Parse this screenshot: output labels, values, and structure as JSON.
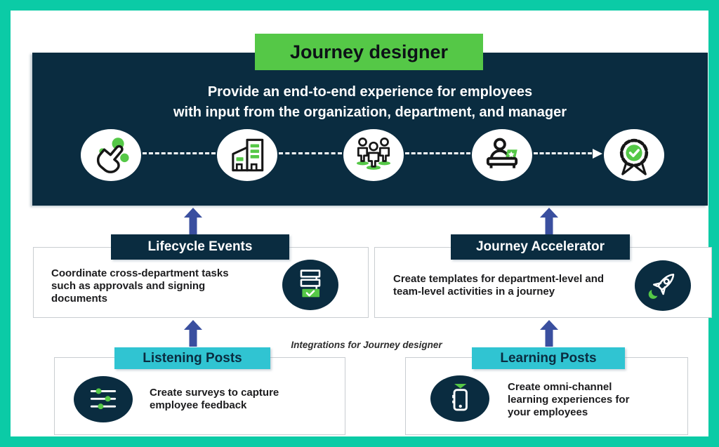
{
  "colors": {
    "frame": "#0bcba6",
    "navy": "#0a2c40",
    "green": "#55c847",
    "teal": "#30c4d2",
    "arrow": "#3a4f9f",
    "border": "#c9cdd1",
    "text": "#1c1c1e"
  },
  "title": {
    "label": "Journey designer"
  },
  "banner": {
    "line1": "Provide an end-to-end experience for employees",
    "line2": "with input from the organization, department, and manager",
    "steps": [
      {
        "icon": "tap-select-icon"
      },
      {
        "icon": "organization-building-icon"
      },
      {
        "icon": "department-team-icon"
      },
      {
        "icon": "manager-desk-icon"
      },
      {
        "icon": "completion-badge-icon"
      }
    ]
  },
  "features": [
    {
      "title": "Lifecycle Events",
      "description": "Coordinate cross-department tasks such as approvals and signing documents",
      "icon": "workflow-approval-icon"
    },
    {
      "title": "Journey Accelerator",
      "description": "Create templates for department-level and team-level activities in a journey",
      "icon": "rocket-icon"
    }
  ],
  "integrations_note": {
    "label": "Integrations for Journey designer"
  },
  "integrations": [
    {
      "title": "Listening Posts",
      "description": "Create surveys to capture employee feedback",
      "icon": "survey-sliders-icon"
    },
    {
      "title": "Learning Posts",
      "description": "Create omni-channel learning experiences for your employees",
      "icon": "mobile-learning-icon"
    }
  ]
}
